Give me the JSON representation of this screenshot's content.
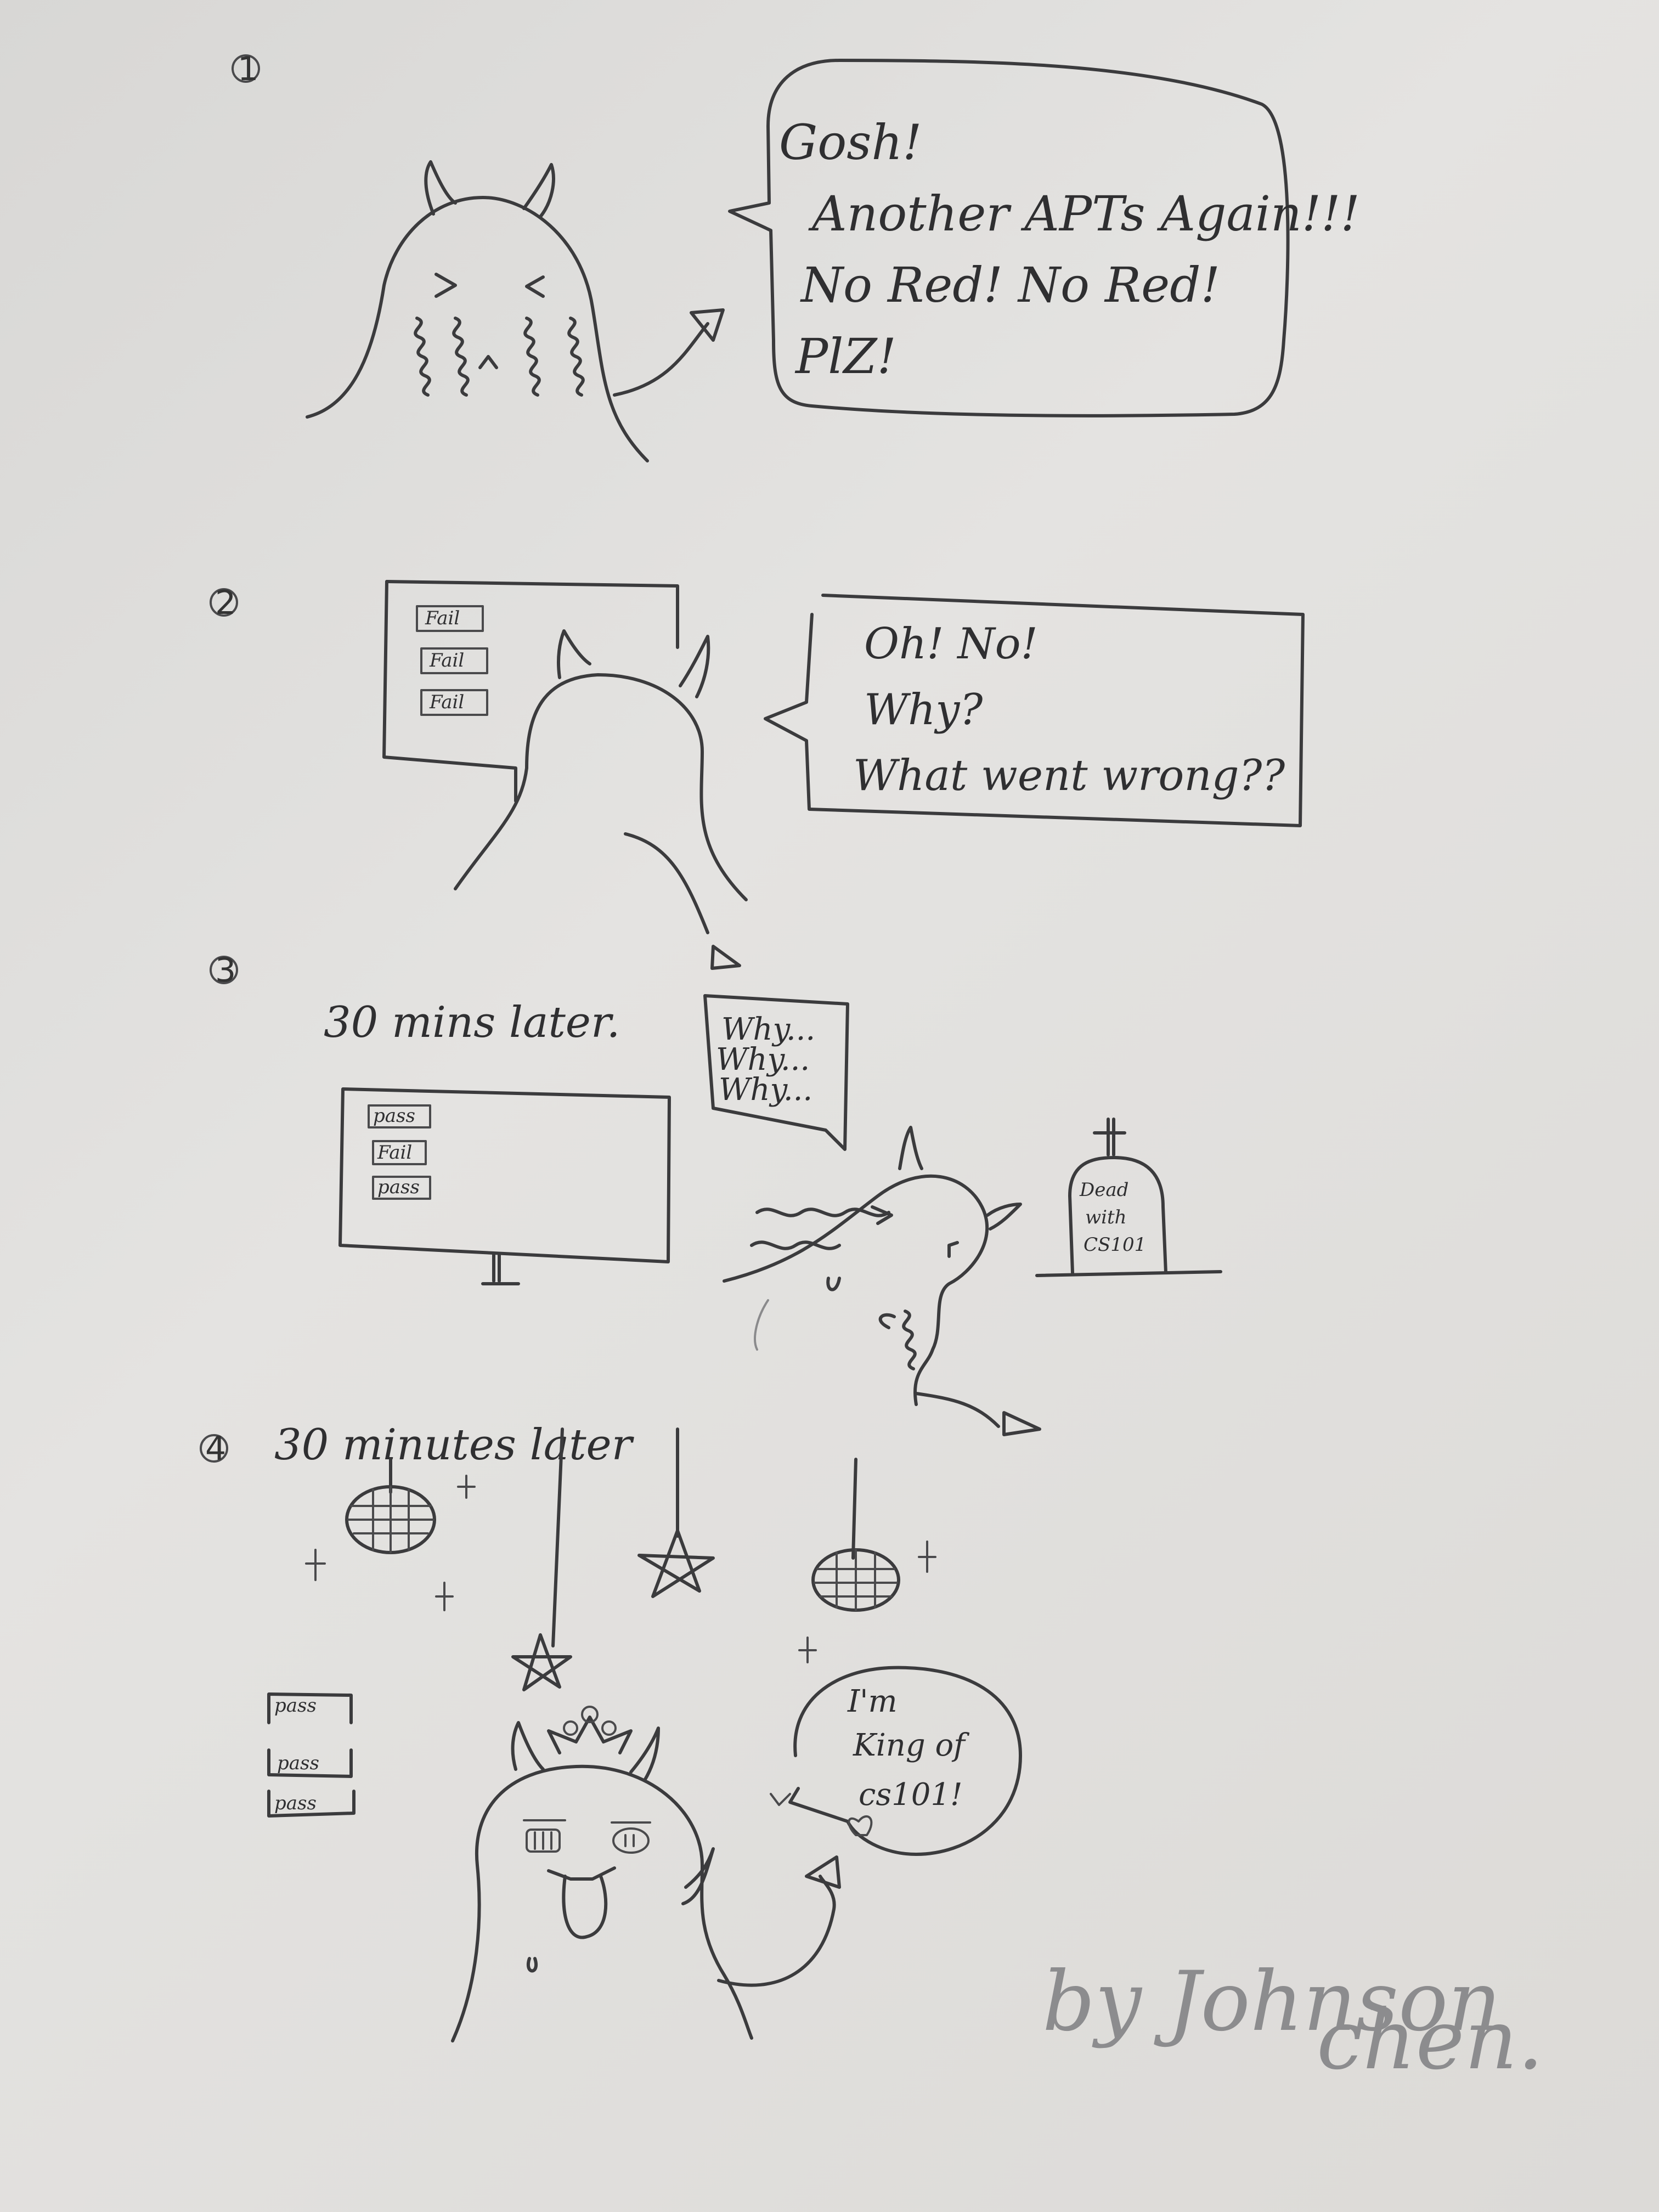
{
  "panels": [
    {
      "number": "1",
      "bubble_lines": [
        "Gosh!",
        "Another APTs Again!!!",
        "No Red! No Red!",
        "PlZ!"
      ]
    },
    {
      "number": "2",
      "screen_tags": [
        "Fail",
        "Fail",
        "Fail"
      ],
      "bubble_lines": [
        "Oh! No!",
        "Why?",
        "What went wrong??"
      ]
    },
    {
      "number": "3",
      "caption": "30 mins later.",
      "screen_tags": [
        "pass",
        "Fail",
        "pass"
      ],
      "bubble_lines": [
        "Why...",
        "Why...",
        "Why..."
      ],
      "tombstone_lines": [
        "Dead",
        "with",
        "CS101"
      ]
    },
    {
      "number": "4",
      "caption": "30 minutes later",
      "tags": [
        "pass",
        "pass",
        "pass"
      ],
      "bubble_lines": [
        "I'm",
        "King of",
        "cs101!"
      ]
    }
  ],
  "signature_lines": [
    "by Johnson",
    "chen."
  ]
}
